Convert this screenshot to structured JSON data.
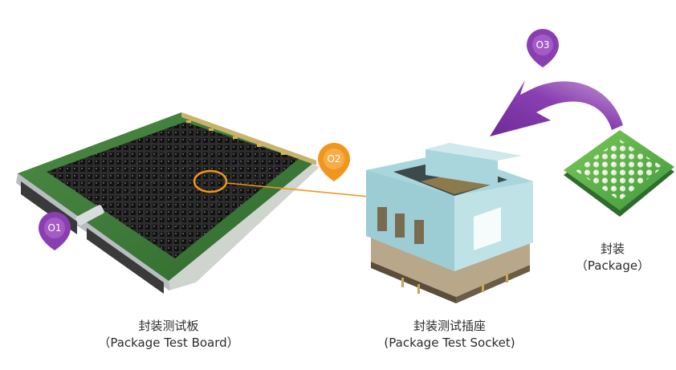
{
  "badges": {
    "b1": "O1",
    "b2": "O2",
    "b3": "O3"
  },
  "captions": {
    "board_cn": "封装测试板",
    "board_en": "（Package Test Board）",
    "socket_cn": "封装测试插座",
    "socket_en": "(Package Test Socket)",
    "package_cn": "封装",
    "package_en": "（Package）"
  },
  "colors": {
    "purple": "#8a3fb0",
    "orange": "#f0961e",
    "board_green": "#3d7a3a",
    "socket_blue": "#a9d6dc",
    "package_green": "#5eb046"
  },
  "icons": [
    "location-pin-icon",
    "curved-arrow-icon"
  ]
}
